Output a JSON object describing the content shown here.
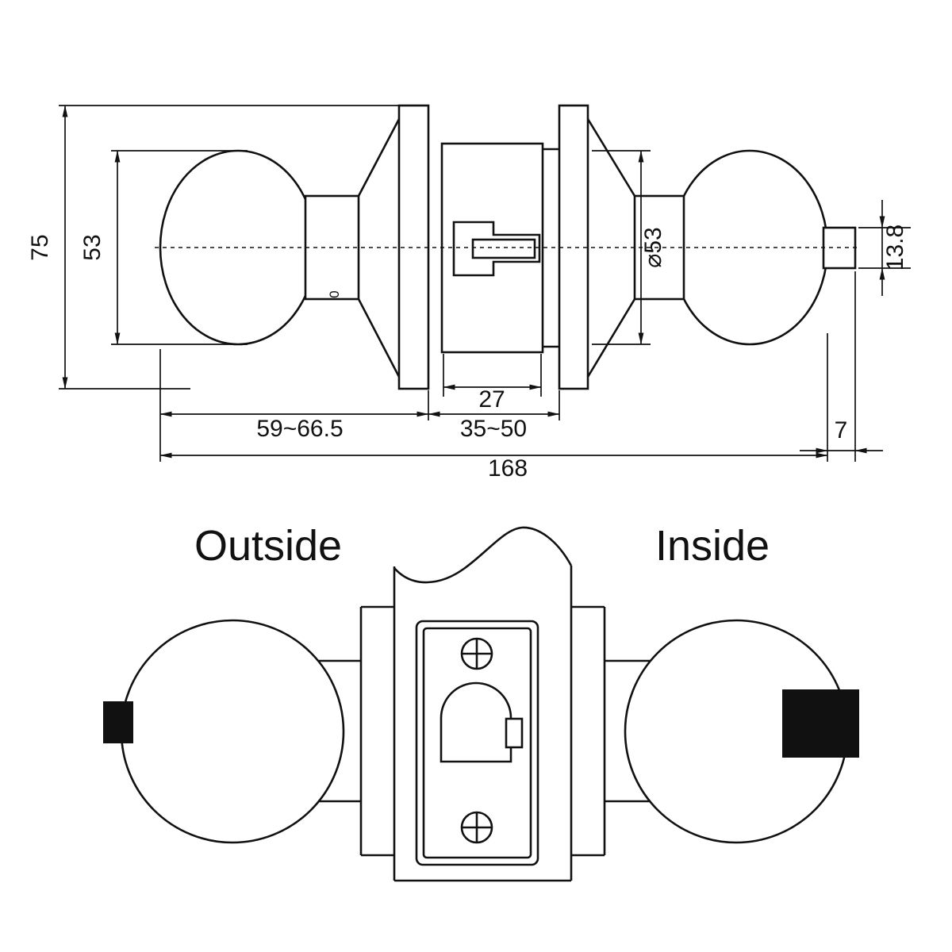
{
  "drawing": {
    "dimensions": {
      "overall_height": "75",
      "knob_diameter": "53",
      "rose_diameter": "⌀53",
      "spindle_height": "13.8",
      "latch_case_width": "27",
      "knob_length": "59~66.5",
      "backset": "35~50",
      "spindle_protrusion": "7",
      "overall_length": "168",
      "zero_mark": "0"
    },
    "labels": {
      "outside": "Outside",
      "inside": "Inside"
    },
    "colors": {
      "line": "#111111",
      "background": "#ffffff"
    }
  }
}
